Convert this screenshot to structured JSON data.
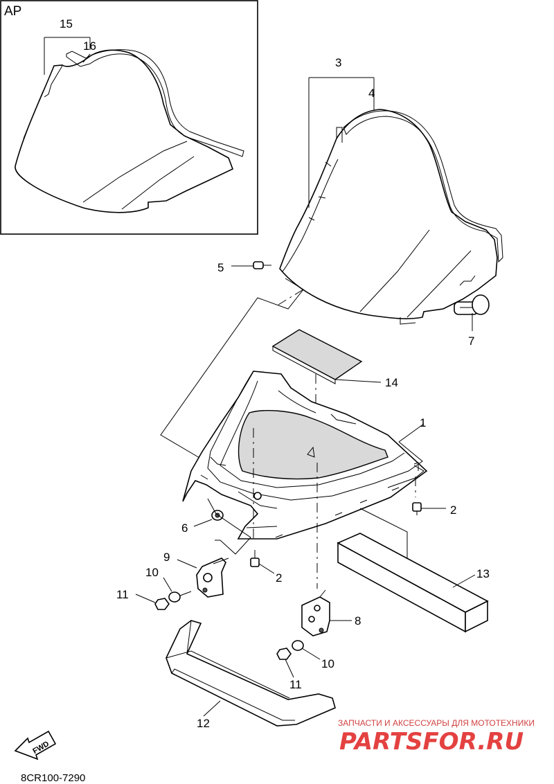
{
  "inset": {
    "title": "AP"
  },
  "callouts": {
    "c1": "1",
    "c2a": "2",
    "c2b": "2",
    "c3": "3",
    "c4": "4",
    "c5": "5",
    "c6": "6",
    "c7": "7",
    "c8": "8",
    "c9": "9",
    "c10a": "10",
    "c10b": "10",
    "c11a": "11",
    "c11b": "11",
    "c12": "12",
    "c13": "13",
    "c14": "14",
    "c15": "15",
    "c16": "16"
  },
  "direction_arrow": {
    "label": "FWD"
  },
  "diagram_code": "8CR100-7290",
  "watermark": {
    "tagline": "ЗАПЧАСТИ И АКСЕССУАРЫ ДЛЯ МОТОТЕХНИКИ",
    "brand": "PARTSFOR.RU",
    "color": "#e02020"
  }
}
